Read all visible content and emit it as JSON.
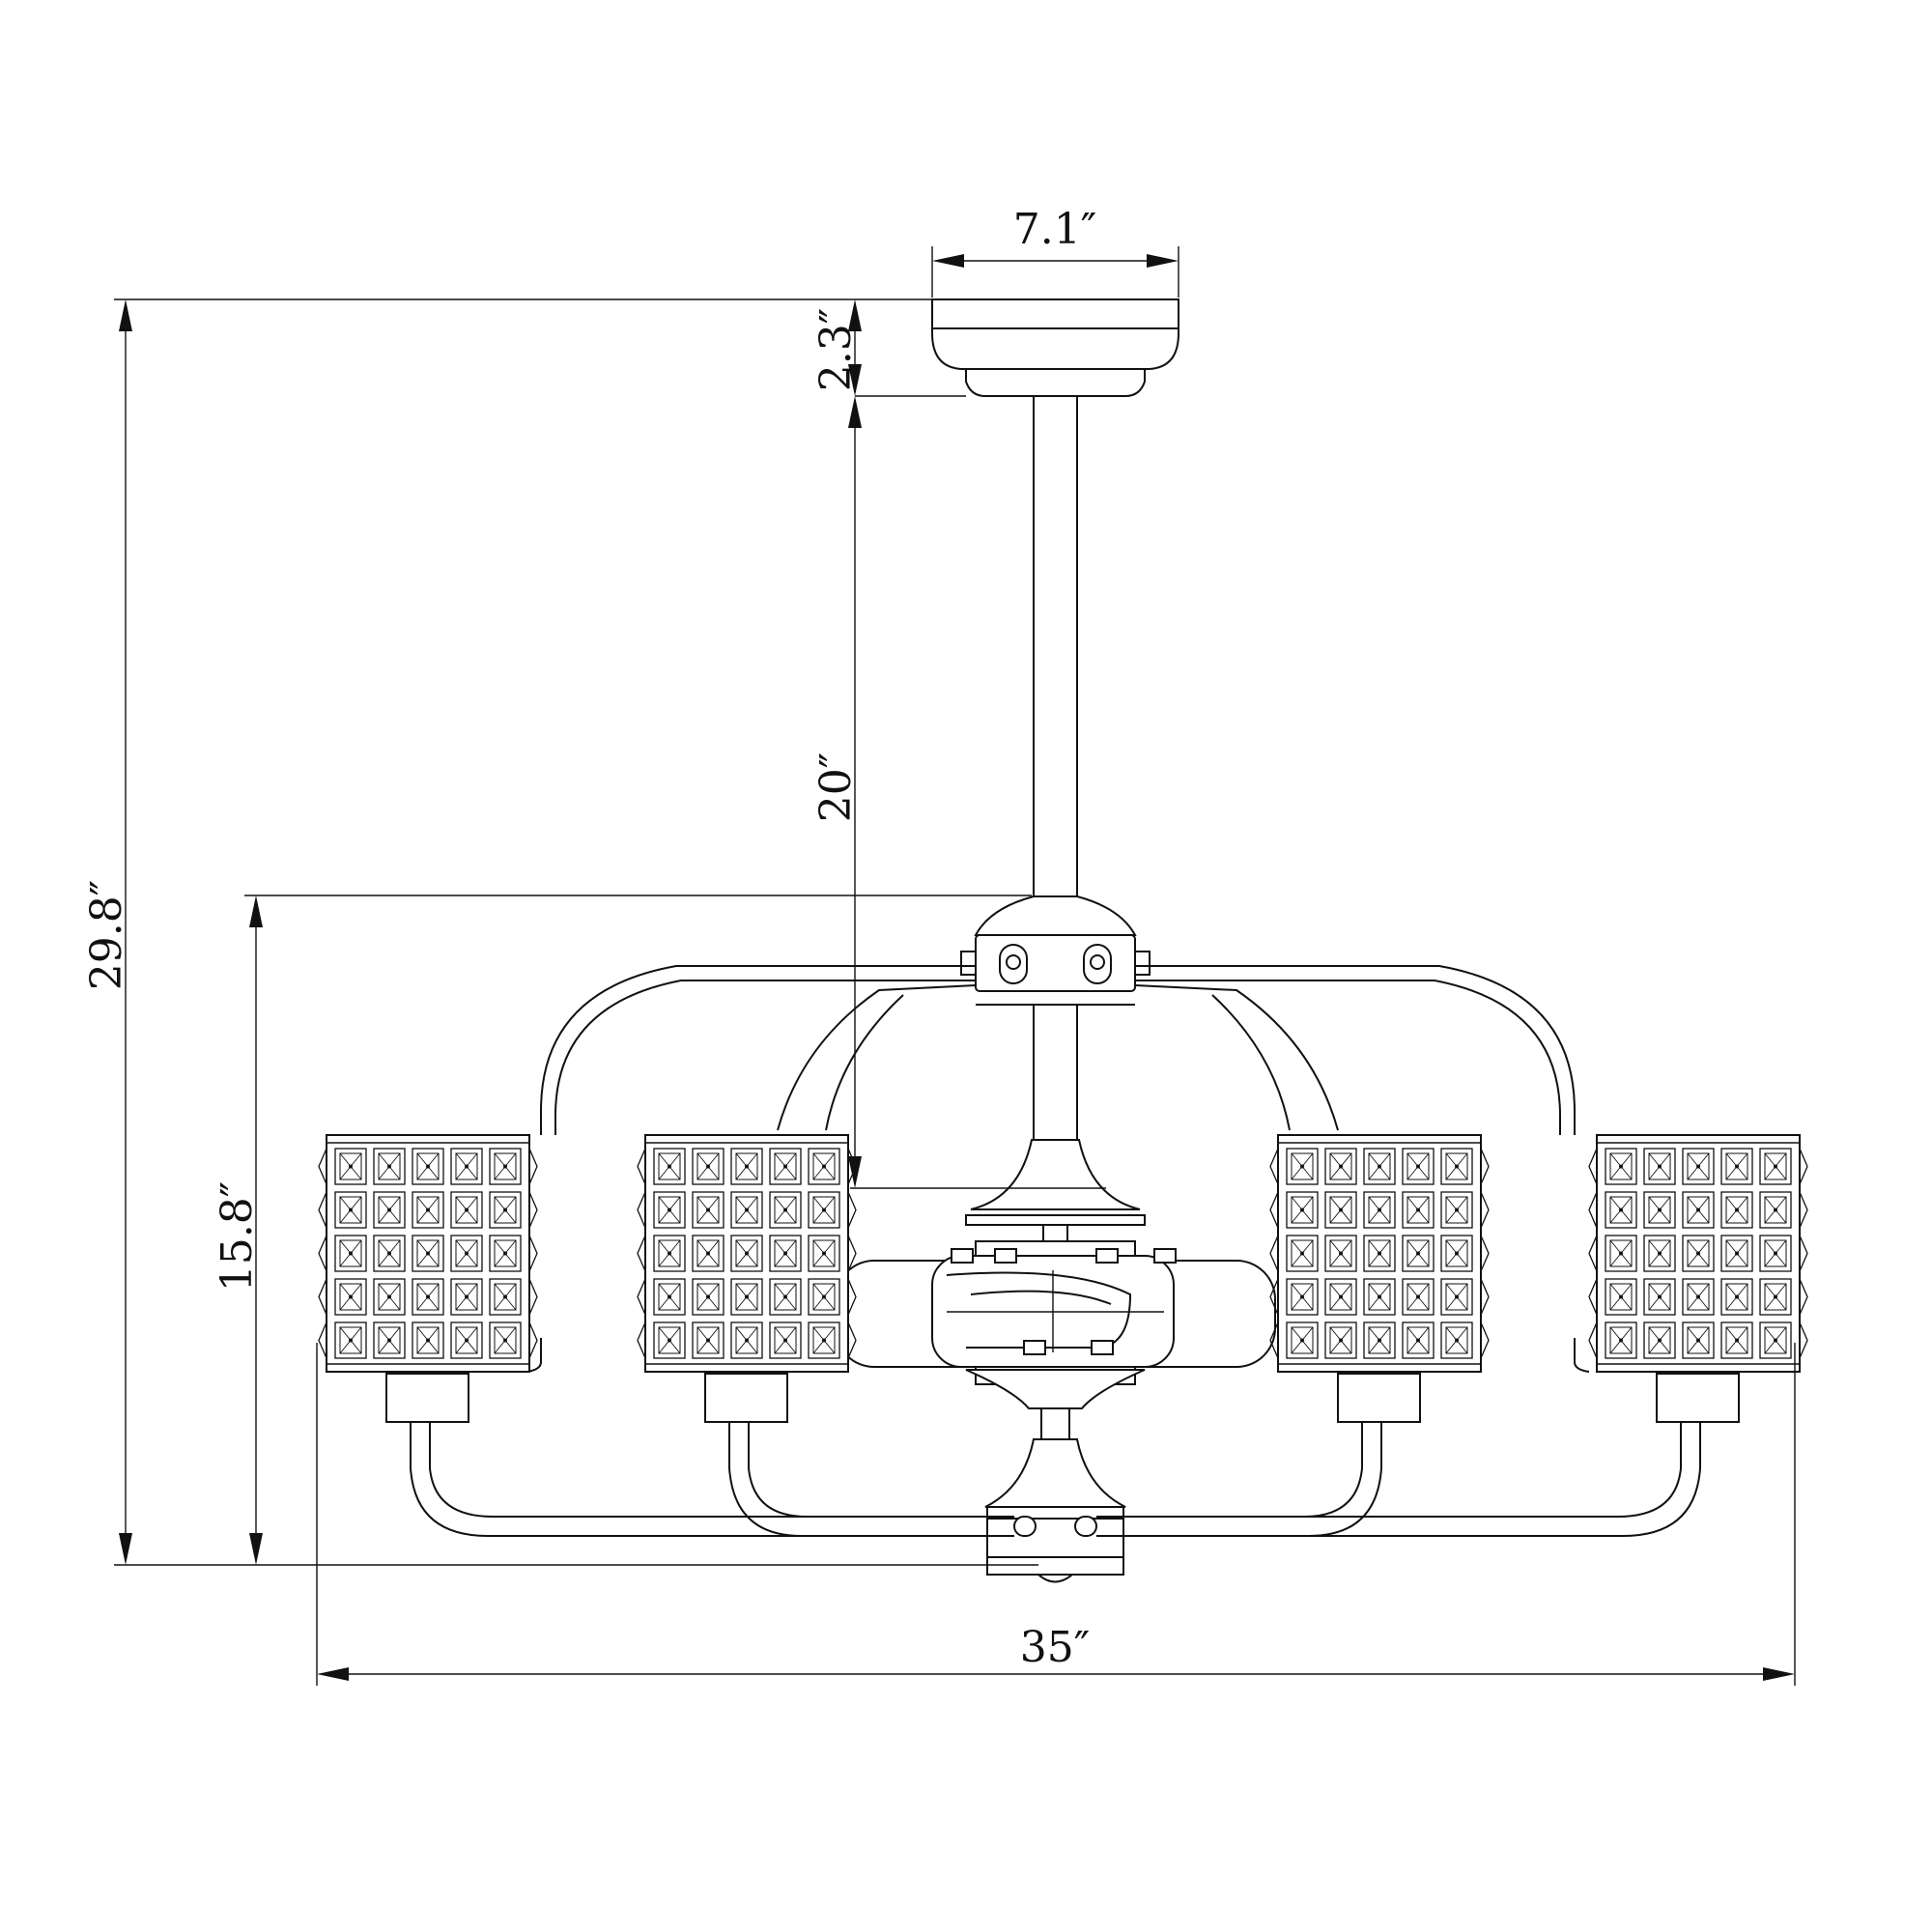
{
  "dimensions": {
    "canopy_width": "7.1″",
    "canopy_height": "2.3″",
    "downrod_length": "20″",
    "overall_height": "29.8″",
    "fixture_height": "15.8″",
    "overall_width": "35″"
  },
  "fixture": {
    "shade_count": 4,
    "shade_rows": 5,
    "shade_columns": 5
  }
}
